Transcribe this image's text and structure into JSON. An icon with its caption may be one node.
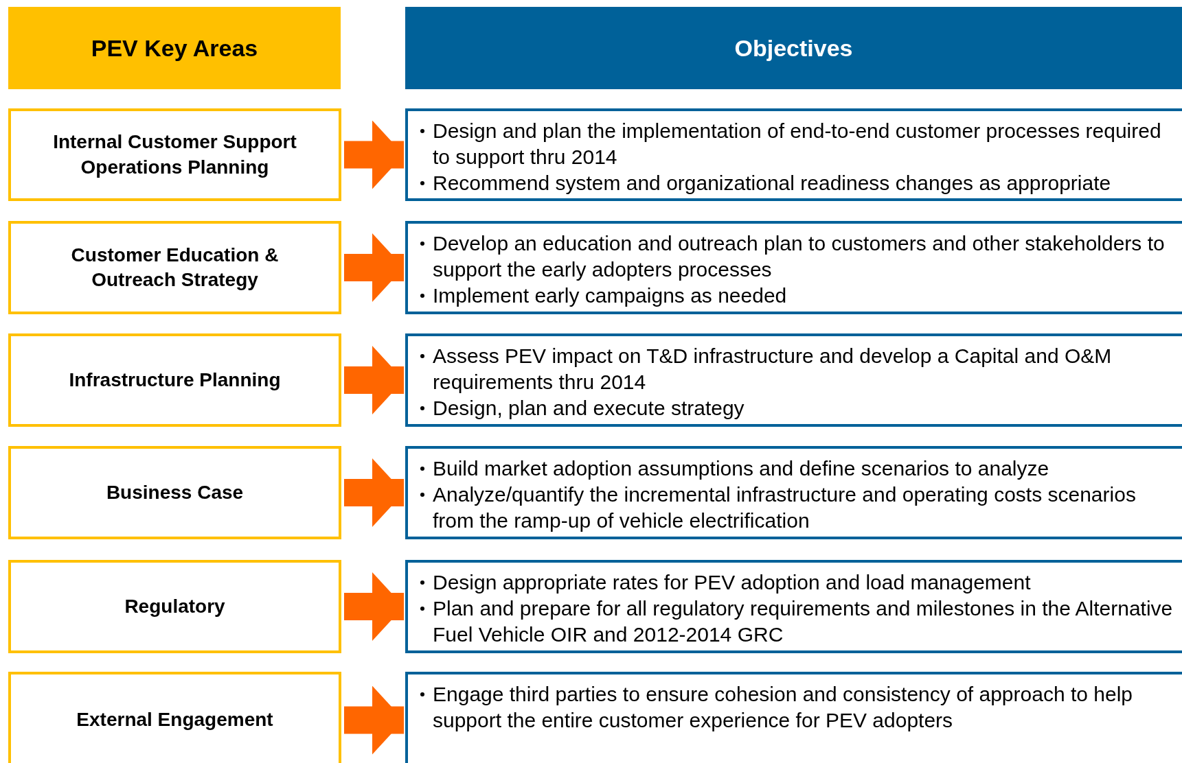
{
  "diagram": {
    "nodes": [
      {
        "text": [
          "PEV Key Areas"
        ]
      },
      {
        "text": [
          "Objectives"
        ]
      },
      {
        "text": [
          "Internal Customer Support Operations Planning"
        ]
      },
      {
        "text": [
          "Design and plan the implementation of end-to-end customer processes required to support thru 2014",
          "Recommend system and organizational readiness changes as appropriate"
        ]
      },
      {
        "text": [
          "Customer Education & Outreach Strategy"
        ]
      },
      {
        "text": [
          "Develop an education and outreach plan to customers and other stakeholders to support the early adopters processes",
          "Implement early campaigns as needed"
        ]
      },
      {
        "text": [
          "Infrastructure Planning"
        ]
      },
      {
        "text": [
          "Assess PEV impact on T&D infrastructure and develop a Capital and O&M requirements thru 2014",
          "Design, plan and execute strategy"
        ]
      },
      {
        "text": [
          "Business Case"
        ]
      },
      {
        "text": [
          "Build market adoption assumptions and define scenarios to analyze",
          "Analyze/quantify the incremental infrastructure and operating costs scenarios from the ramp-up of vehicle electrification"
        ]
      },
      {
        "text": [
          "Regulatory"
        ]
      },
      {
        "text": [
          "Design appropriate rates for PEV adoption and load management",
          "Plan and prepare for all regulatory requirements and milestones in the Alternative Fuel Vehicle OIR and 2012-2014 GRC"
        ]
      },
      {
        "text": [
          "External Engagement"
        ]
      },
      {
        "text": [
          "Engage third parties to ensure cohesion and consistency of approach to help support the entire customer experience for PEV adopters"
        ]
      }
    ],
    "edges": [
      {
        "from": 2,
        "to": 3,
        "arrow": "to"
      },
      {
        "from": 4,
        "to": 5,
        "arrow": "to"
      },
      {
        "from": 6,
        "to": 7,
        "arrow": "to"
      },
      {
        "from": 8,
        "to": 9,
        "arrow": "to"
      },
      {
        "from": 10,
        "to": 11,
        "arrow": "to"
      },
      {
        "from": 12,
        "to": 13,
        "arrow": "to"
      }
    ]
  }
}
